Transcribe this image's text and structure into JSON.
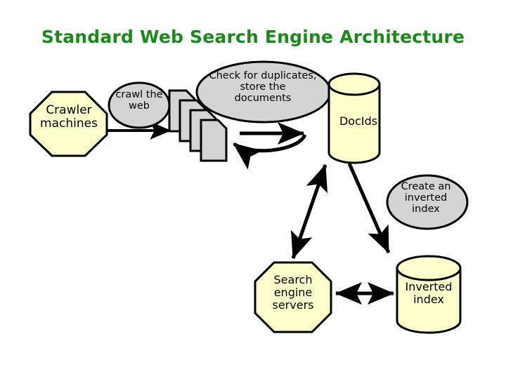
{
  "slide": {
    "title": "Standard Web Search Engine Architecture",
    "title_color": "#1a8a1a",
    "background": "#ffffff"
  },
  "palette": {
    "process_fill": "#d4d4d4",
    "store_fill": "#ffffcc",
    "document_fill": "#d4d4d4",
    "outline": "#000000",
    "arrow": "#000000"
  },
  "nodes": {
    "crawler_machines": {
      "label": "Crawler\nmachines",
      "shape": "octagon",
      "fill": "#ffffcc"
    },
    "crawl_the_web": {
      "label": "crawl the\nweb",
      "shape": "ellipse",
      "fill": "#d4d4d4"
    },
    "documents": {
      "label": "",
      "shape": "document-stack",
      "count": 4,
      "fill": "#d4d4d4"
    },
    "check_duplicates": {
      "label": "Check for duplicates,\nstore the\ndocuments",
      "shape": "ellipse",
      "fill": "#d4d4d4"
    },
    "docids": {
      "label": "DocIds",
      "shape": "cylinder",
      "fill": "#ffffcc"
    },
    "create_inverted_index": {
      "label": "Create an\ninverted\nindex",
      "shape": "ellipse",
      "fill": "#d4d4d4"
    },
    "search_engine_servers": {
      "label": "Search\nengine\nservers",
      "shape": "octagon",
      "fill": "#ffffcc"
    },
    "inverted_index": {
      "label": "Inverted\nindex",
      "shape": "cylinder",
      "fill": "#ffffcc"
    }
  },
  "edges": [
    {
      "name": "crawler-to-documents",
      "from": "crawler_machines",
      "to": "documents",
      "style": "straight",
      "heads": "one"
    },
    {
      "name": "documents-to-docids",
      "from": "documents",
      "to": "docids",
      "style": "straight",
      "heads": "one"
    },
    {
      "name": "docids-to-documents",
      "from": "docids",
      "to": "documents",
      "style": "curved",
      "heads": "one"
    },
    {
      "name": "docids-to-search-servers",
      "from": "docids",
      "to": "search_engine_servers",
      "style": "straight",
      "heads": "two"
    },
    {
      "name": "docids-to-inverted-index",
      "from": "docids",
      "to": "inverted_index",
      "style": "straight",
      "heads": "one"
    },
    {
      "name": "search-servers-to-inverted-index",
      "from": "search_engine_servers",
      "to": "inverted_index",
      "style": "straight",
      "heads": "two"
    }
  ]
}
